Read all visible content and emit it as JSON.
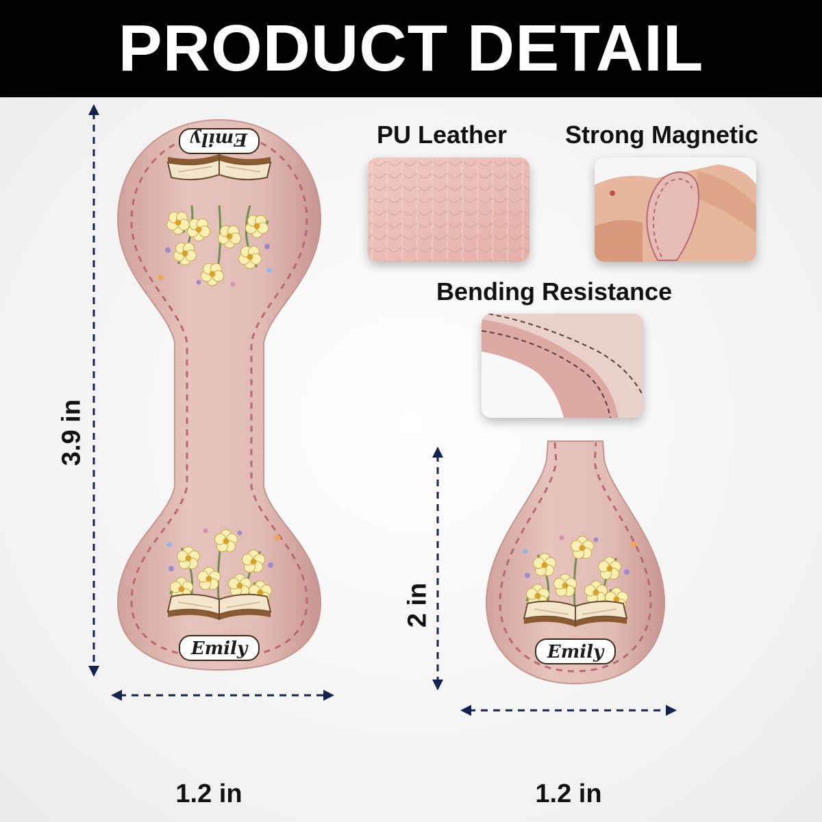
{
  "banner": {
    "title": "PRODUCT DETAIL",
    "background": "#000000",
    "text_color": "#ffffff"
  },
  "colors": {
    "leather": "#e3bcb5",
    "stitch": "#b76878",
    "arrow": "#14224f"
  },
  "features": [
    {
      "label": "PU Leather",
      "image": "pink-leather-texture-swatch"
    },
    {
      "label": "Strong Magnetic",
      "image": "hand-holding-magnetic-bookmark"
    },
    {
      "label": "Bending Resistance",
      "image": "bent-leather-strip-closeup"
    }
  ],
  "bookmark_long": {
    "name": "Emily",
    "height_label": "3.9 in",
    "width_label": "1.2 in"
  },
  "bookmark_short": {
    "name": "Emily",
    "height_label": "2 in",
    "width_label": "1.2 in"
  }
}
